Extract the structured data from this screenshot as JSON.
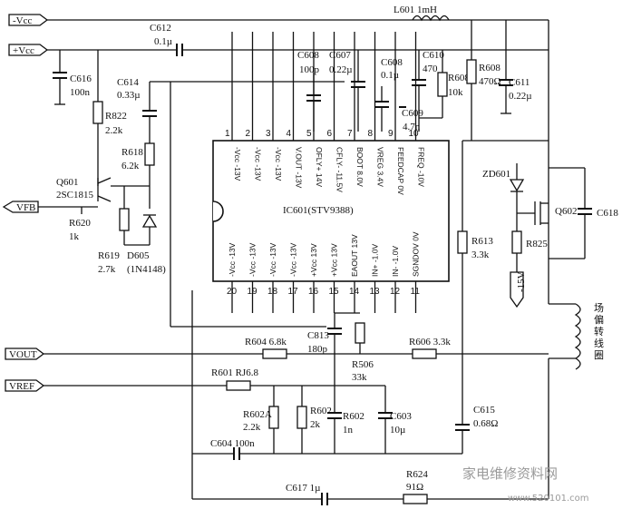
{
  "rails": {
    "neg_vcc": "-Vcc",
    "pos_vcc": "+Vcc"
  },
  "ports": {
    "vfb": "VFB",
    "vout": "VOUT",
    "vref": "VREF",
    "v15": "-15V"
  },
  "ic": {
    "name": "IC601(STV9388)"
  },
  "top_pins": [
    {
      "num": "1",
      "label": "-Vcc -13V"
    },
    {
      "num": "2",
      "label": "-Vcc -13V"
    },
    {
      "num": "3",
      "label": "-Vcc -13V"
    },
    {
      "num": "4",
      "label": "V.OUT -13V"
    },
    {
      "num": "5",
      "label": "OFLY+ 14V"
    },
    {
      "num": "6",
      "label": "CFLY- -11.5V"
    },
    {
      "num": "7",
      "label": "BOOT 8.0V"
    },
    {
      "num": "8",
      "label": "VREG 3.4V"
    },
    {
      "num": "9",
      "label": "FEEDCAP 0V"
    },
    {
      "num": "10",
      "label": "FREQ -10V"
    }
  ],
  "bottom_pins": [
    {
      "num": "20",
      "label": "-Vcc -13V"
    },
    {
      "num": "19",
      "label": "-Vcc -13V"
    },
    {
      "num": "18",
      "label": "-Vcc -13V"
    },
    {
      "num": "17",
      "label": "-Vcc -13V"
    },
    {
      "num": "16",
      "label": "+Vcc 13V"
    },
    {
      "num": "15",
      "label": "+Vcc 13V"
    },
    {
      "num": "14",
      "label": "EAOUT 13V"
    },
    {
      "num": "13",
      "label": "IN+ -1.0V"
    },
    {
      "num": "12",
      "label": "IN- -1.0V"
    },
    {
      "num": "11",
      "label": "SGNDOV 0V"
    }
  ],
  "components": {
    "l601": "L601 1mH",
    "c612": "C612",
    "c612v": "0.1µ",
    "c616": "C616",
    "c616v": "100n",
    "r822": "R822",
    "r822v": "2.2k",
    "c614": "C614",
    "c614v": "0.33µ",
    "r618": "R618",
    "r618v": "6.2k",
    "q601": "Q601",
    "q601v": "2SC1815",
    "r620": "R620",
    "r620v": "1k",
    "r619": "R619",
    "r619v": "2.7k",
    "d605": "D605",
    "d605v": "(1N4148)",
    "c608a": "C608",
    "c608av": "100p",
    "c607": "C607",
    "c607v": "0.22µ",
    "c608b": "C608",
    "c608bv": "0.1µ",
    "c610": "C610",
    "c610v": "470",
    "r608a": "R608",
    "r608av": "10k",
    "r608b": "R608",
    "r608bv": "470Ω",
    "c611": "C611",
    "c611v": "0.22µ",
    "c609": "C609",
    "c609v": "4.7n",
    "zd601": "ZD601",
    "q602": "Q602",
    "c618": "C618",
    "r825": "R825",
    "r613": "R613",
    "r613v": "3.3k",
    "c813": "C813",
    "c813v": "180p",
    "r604": "R604 6.8k",
    "r506": "R506",
    "r506v": "33k",
    "r606": "R606 3.3k",
    "r601": "R601 RJ6.8",
    "r602a": "R602A",
    "r602av": "2.2k",
    "r602": "R602",
    "r602v": "2k",
    "r602b": "R602",
    "r602bv": "1n",
    "c603": "C603",
    "c603v": "10µ",
    "c615": "C615",
    "c615v": "0.68Ω",
    "c604": "C604 100n",
    "c617": "C617 1µ",
    "r624": "R624",
    "r624v": "91Ω",
    "coil": [
      "场",
      "偏",
      "转",
      "线",
      "圈"
    ]
  },
  "watermark": {
    "text": "家电维修资料网",
    "url": "www.520101.com"
  }
}
